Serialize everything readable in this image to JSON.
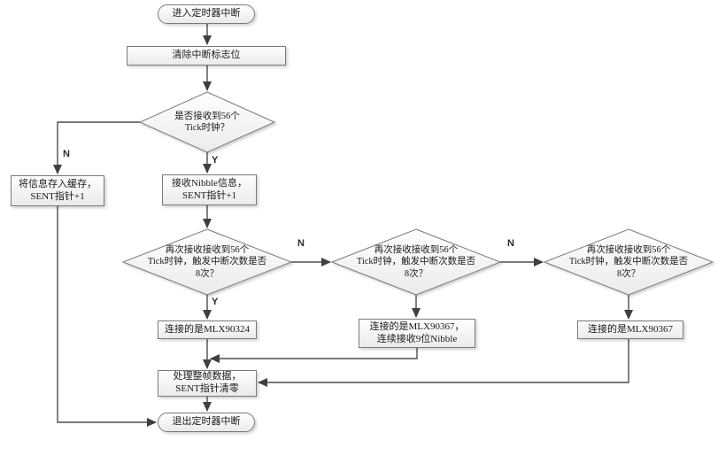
{
  "flowchart": {
    "nodes": {
      "start": {
        "label": "进入定时器中断"
      },
      "clear_flag": {
        "label": "清除中断标志位"
      },
      "check_56_tick": {
        "label": "是否接收到56个\nTick时钟？"
      },
      "store_buffer": {
        "label": "将信息存入缓存，\nSENT指针+1"
      },
      "receive_nibble": {
        "label": "接收Nibble信息，\nSENT指针+1"
      },
      "recheck_1": {
        "label": "再次接收接收到56个\nTick时钟，触发中断次数是否\n8次？"
      },
      "recheck_2": {
        "label": "再次接收接收到56个\nTick时钟，触发中断次数是否\n8次？"
      },
      "recheck_3": {
        "label": "再次接收接收到56个\nTick时钟，触发中断次数是否\n8次？"
      },
      "mlx90324": {
        "label": "连接的是MLX90324"
      },
      "mlx90367_nibble": {
        "label": "连接的是MLX90367，\n连续接收9位Nibble"
      },
      "mlx90367": {
        "label": "连接的是MLX90367"
      },
      "process_frame": {
        "label": "处理整帧数据，\nSENT指针清零"
      },
      "end": {
        "label": "退出定时器中断"
      }
    },
    "edge_labels": {
      "no_1": "N",
      "yes_1": "Y",
      "no_2": "N",
      "no_3": "N",
      "yes_2": "Y"
    },
    "colors": {
      "background": "#ffffff",
      "node_fill_top": "#fefefe",
      "node_fill_bottom": "#ebebeb",
      "node_border": "#7a7a7a",
      "connector": "#4d4d4d",
      "arrowhead": "#3f3f3f",
      "text": "#1a1a1a"
    }
  }
}
